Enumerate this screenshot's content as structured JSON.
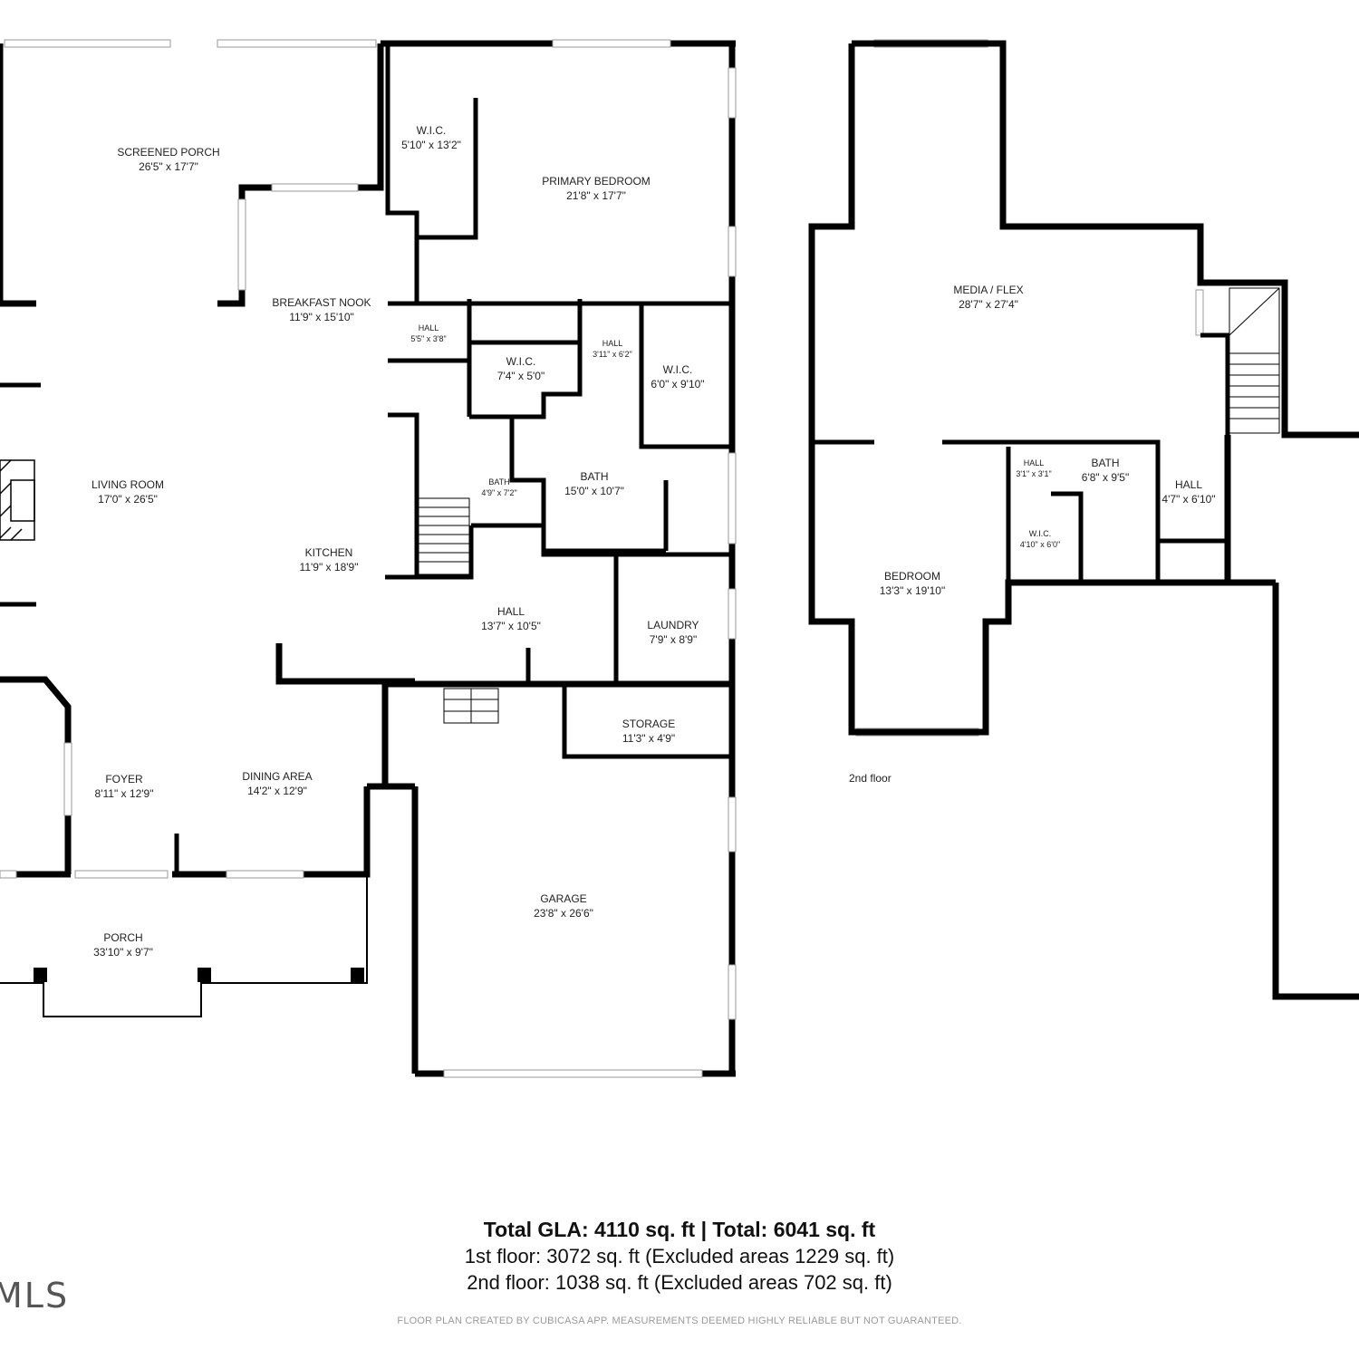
{
  "rooms": [
    {
      "id": "screened-porch",
      "name": "SCREENED PORCH",
      "dims": "26'5\" x 17'7\""
    },
    {
      "id": "wic-1",
      "name": "W.I.C.",
      "dims": "5'10\" x 13'2\""
    },
    {
      "id": "primary-bedroom",
      "name": "PRIMARY BEDROOM",
      "dims": "21'8\" x 17'7\""
    },
    {
      "id": "breakfast-nook",
      "name": "BREAKFAST NOOK",
      "dims": "11'9\" x 15'10\""
    },
    {
      "id": "hall-1",
      "name": "HALL",
      "dims": "5'5\" x 3'8\""
    },
    {
      "id": "hall-2",
      "name": "HALL",
      "dims": "3'11\" x 6'2\""
    },
    {
      "id": "wic-2",
      "name": "W.I.C.",
      "dims": "7'4\" x 5'0\""
    },
    {
      "id": "wic-3",
      "name": "W.I.C.",
      "dims": "6'0\" x 9'10\""
    },
    {
      "id": "living-room",
      "name": "LIVING ROOM",
      "dims": "17'0\" x 26'5\""
    },
    {
      "id": "bath-1",
      "name": "BATH",
      "dims": "4'9\" x 7'2\""
    },
    {
      "id": "bath-2",
      "name": "BATH",
      "dims": "15'0\" x 10'7\""
    },
    {
      "id": "kitchen",
      "name": "KITCHEN",
      "dims": "11'9\" x 18'9\""
    },
    {
      "id": "hall-3",
      "name": "HALL",
      "dims": "13'7\" x 10'5\""
    },
    {
      "id": "laundry",
      "name": "LAUNDRY",
      "dims": "7'9\" x 8'9\""
    },
    {
      "id": "storage",
      "name": "STORAGE",
      "dims": "11'3\" x 4'9\""
    },
    {
      "id": "foyer",
      "name": "FOYER",
      "dims": "8'11\" x 12'9\""
    },
    {
      "id": "dining-area",
      "name": "DINING AREA",
      "dims": "14'2\" x 12'9\""
    },
    {
      "id": "garage",
      "name": "GARAGE",
      "dims": "23'8\" x 26'6\""
    },
    {
      "id": "porch",
      "name": "PORCH",
      "dims": "33'10\" x 9'7\""
    },
    {
      "id": "media-flex",
      "name": "MEDIA / FLEX",
      "dims": "28'7\" x 27'4\""
    },
    {
      "id": "hall-4",
      "name": "HALL",
      "dims": "3'1\" x 3'1\""
    },
    {
      "id": "bath-3",
      "name": "BATH",
      "dims": "6'8\" x 9'5\""
    },
    {
      "id": "hall-5",
      "name": "HALL",
      "dims": "4'7\" x 6'10\""
    },
    {
      "id": "bedroom",
      "name": "BEDROOM",
      "dims": "13'3\" x 19'10\""
    },
    {
      "id": "wic-4",
      "name": "W.I.C.",
      "dims": "4'10\" x 6'0\""
    }
  ],
  "floor2_label": "2nd floor",
  "totals": {
    "line1": "Total GLA: 4110 sq. ft | Total: 6041 sq. ft",
    "line2": "1st floor: 3072 sq. ft (Excluded areas 1229 sq. ft)",
    "line3": "2nd floor: 1038 sq. ft (Excluded areas 702 sq. ft)"
  },
  "disclaimer": "FLOOR PLAN CREATED BY CUBICASA APP. MEASUREMENTS DEEMED HIGHLY RELIABLE BUT NOT GUARANTEED.",
  "watermark": "MLS",
  "colors": {
    "wall": "#000000",
    "window": "#bdbdbd",
    "text": "#222222",
    "disclaimer": "#9a9a9a"
  }
}
